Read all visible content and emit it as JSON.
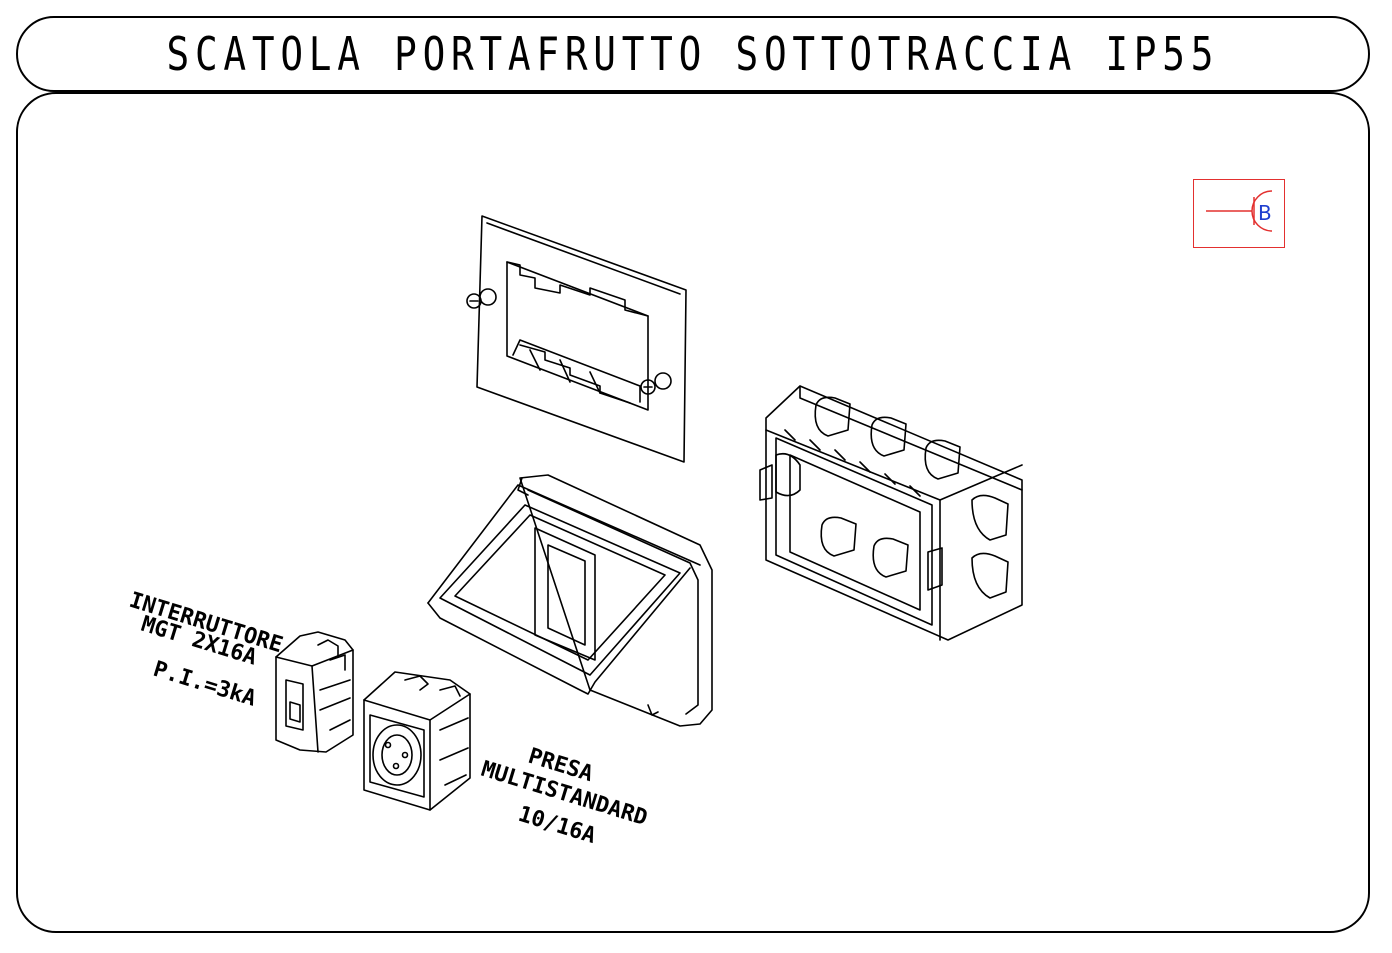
{
  "title": "SCATOLA PORTAFRUTTO SOTTOTRACCIA IP55",
  "symbol": {
    "letter": "B",
    "border_color": "#e3302f",
    "letter_color": "#1f3fcf"
  },
  "labels": {
    "interruttore": [
      "INTERRUTTORE",
      "MGT 2X16A",
      "P.I.=3kA"
    ],
    "presa": [
      "PRESA",
      "MULTISTANDARD",
      "10/16A"
    ]
  }
}
